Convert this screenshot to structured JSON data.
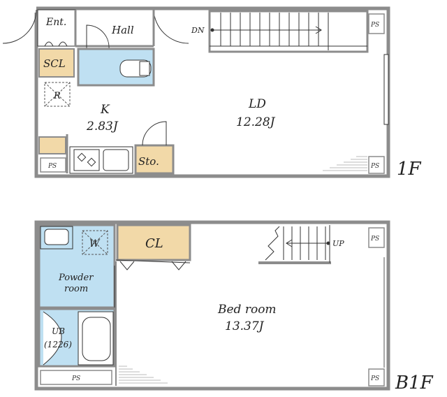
{
  "floors": [
    {
      "label": "1F",
      "rooms": {
        "entrance": "Ent.",
        "hall": "Hall",
        "shoe_closet": "SCL",
        "refrigerator": "R",
        "kitchen_name": "K",
        "kitchen_size": "2.83J",
        "living_name": "LD",
        "living_size": "12.28J",
        "storage": "Sto.",
        "stair_label": "DN"
      },
      "ps_labels": [
        "PS",
        "PS",
        "PS"
      ]
    },
    {
      "label": "B1F",
      "rooms": {
        "washer": "W",
        "closet": "CL",
        "powder_line1": "Powder",
        "powder_line2": "room",
        "unit_bath_line1": "UB",
        "unit_bath_line2": "(1226)",
        "bedroom_name": "Bed room",
        "bedroom_size": "13.37J",
        "stair_label": "UP"
      },
      "ps_labels": [
        "PS",
        "PS",
        "PS"
      ]
    }
  ],
  "colors": {
    "wall": "#8c8c8c",
    "wet_area": "#bfe0f2",
    "storage": "#f2d9a8",
    "line": "#333333"
  }
}
